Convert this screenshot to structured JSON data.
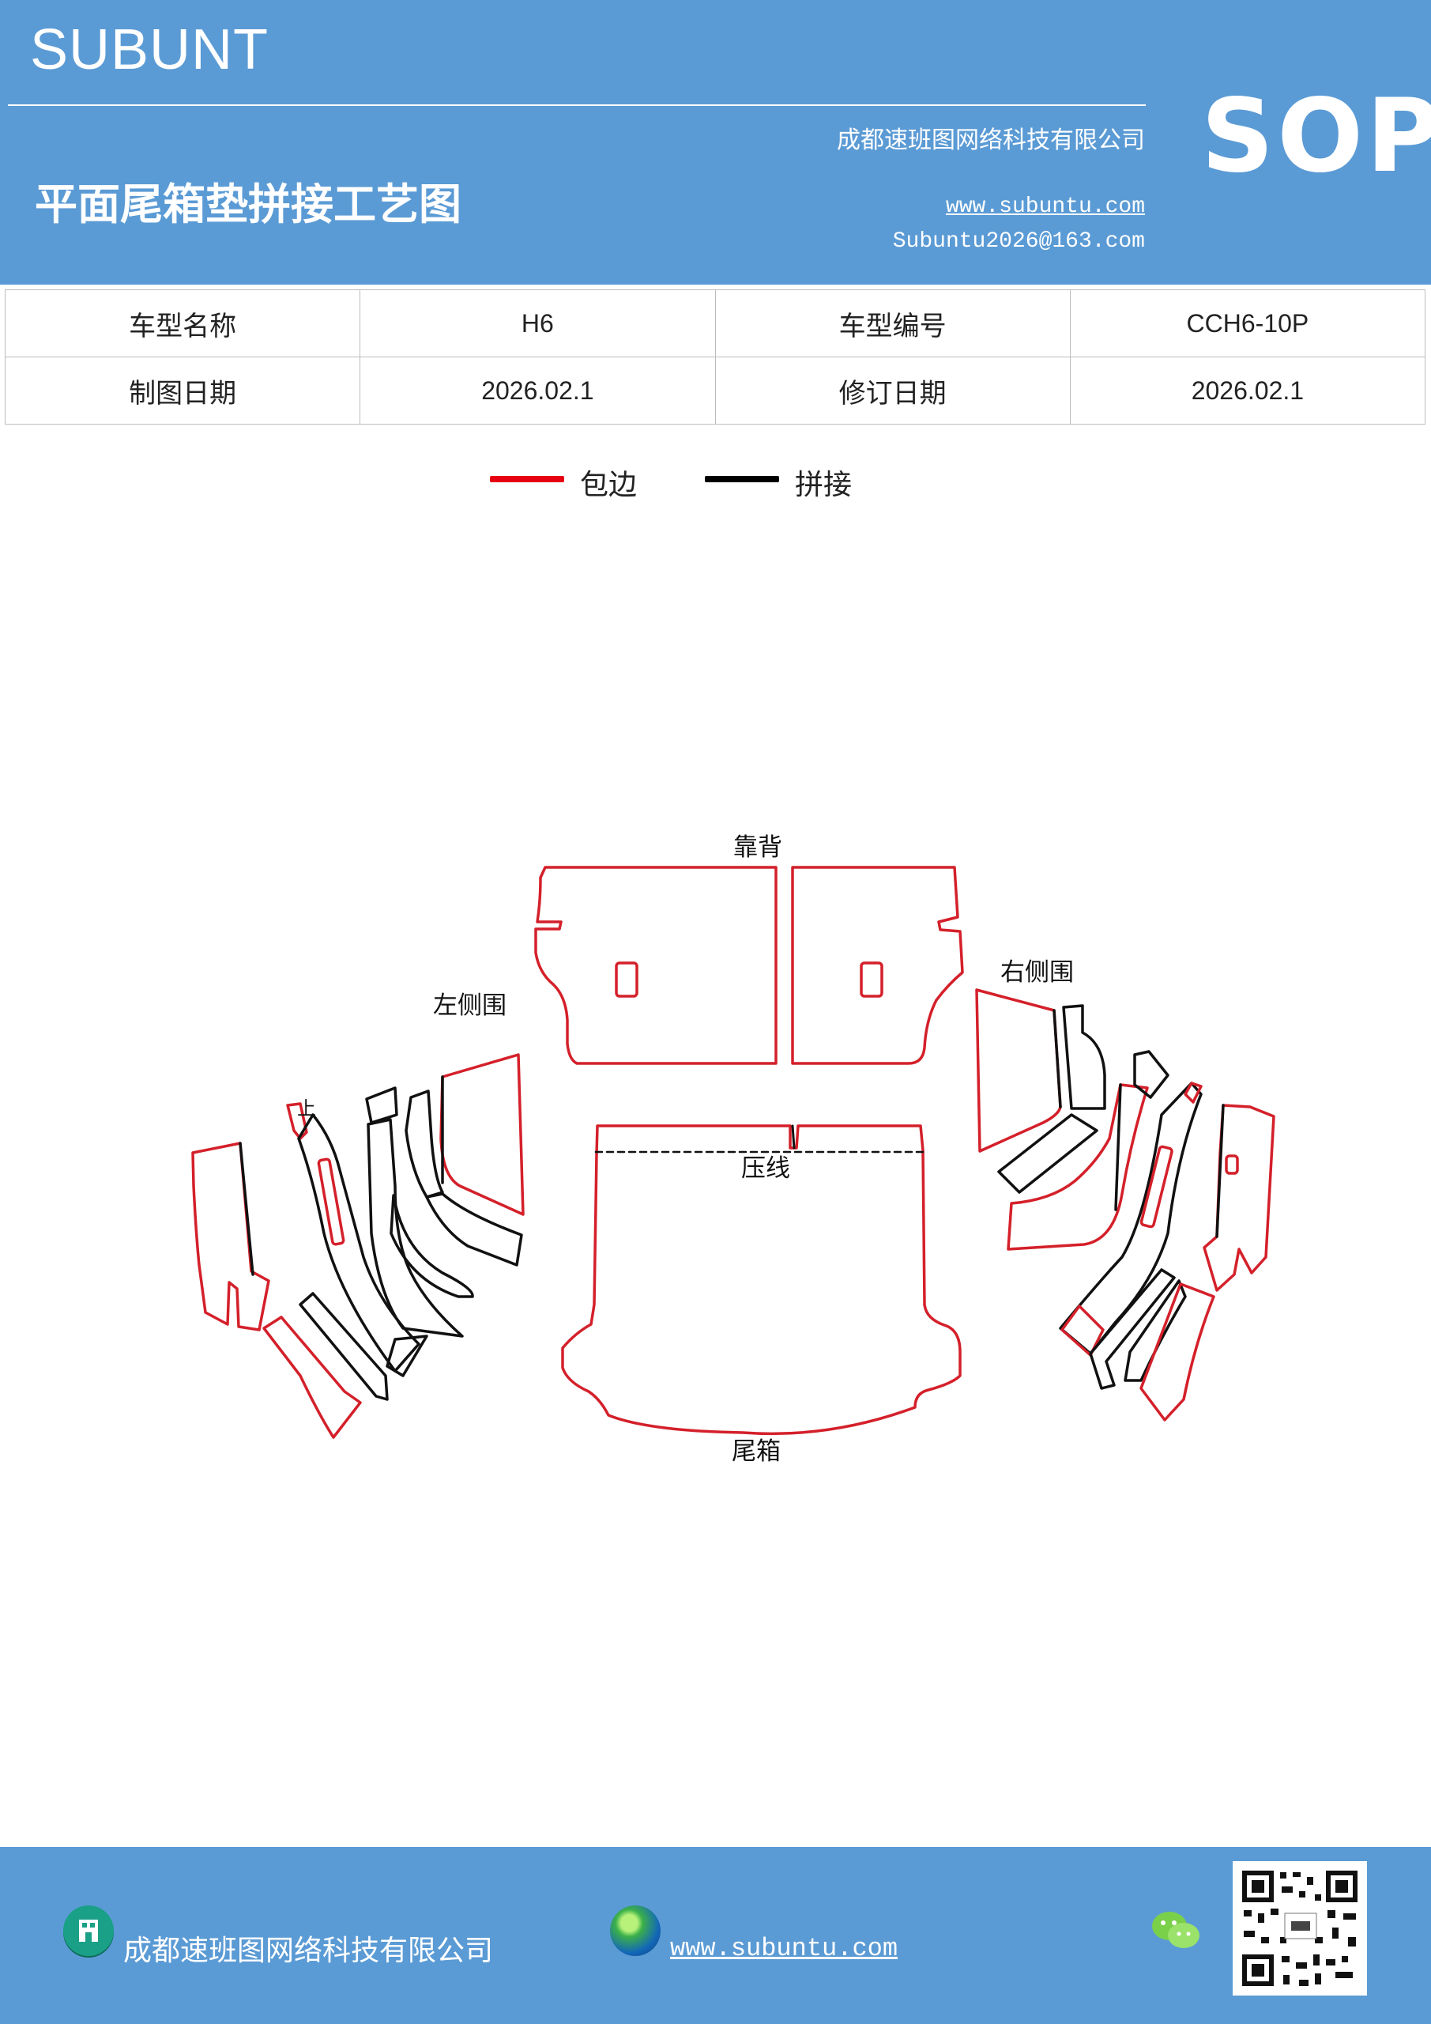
{
  "header": {
    "brand": "SUBUNT",
    "company": "成都速班图网络科技有限公司",
    "title": "平面尾箱垫拼接工艺图",
    "website": "www.subuntu.com",
    "email": "Subuntu2026@163.com",
    "badge": "SOP"
  },
  "info_table": {
    "rows": [
      [
        "车型名称",
        "H6",
        "车型编号",
        "CCH6-10P"
      ],
      [
        "制图日期",
        "2026.02.1",
        "修订日期",
        "2026.02.1"
      ]
    ]
  },
  "legend": [
    {
      "label": "包边",
      "color": "#e60012"
    },
    {
      "label": "拼接",
      "color": "#000000"
    }
  ],
  "diagram": {
    "labels": {
      "backrest": "靠背",
      "left_side": "左侧围",
      "right_side": "右侧围",
      "crease": "压线",
      "trunk": "尾箱",
      "up_mark": "上"
    },
    "colors": {
      "edge": "#d4202a",
      "seam": "#111111"
    }
  },
  "footer": {
    "company": "成都速班图网络科技有限公司",
    "website": "www.subuntu.com",
    "icons": [
      "building-icon",
      "globe-icon",
      "wechat-icon",
      "qr-code"
    ]
  }
}
